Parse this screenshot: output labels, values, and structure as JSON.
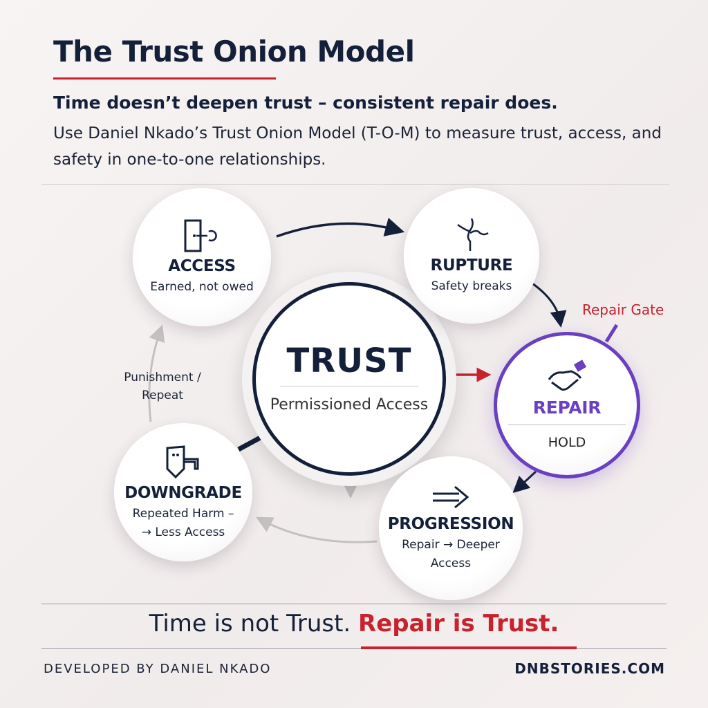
{
  "header": {
    "title": "The Trust Onion Model",
    "subtitle": "Time doesn’t deepen trust – consistent repair does.",
    "description": "Use Daniel Nkado’s Trust Onion Model (T-O-M) to measure trust, access, and safety in one-to-one relationships."
  },
  "diagram": {
    "center": {
      "title": "TRUST",
      "subtitle": "Permissioned Access"
    },
    "nodes": {
      "access": {
        "title": "ACCESS",
        "subtitle": "Earned, not owed",
        "icon": "door-key-icon"
      },
      "rupture": {
        "title": "RUPTURE",
        "subtitle": "Safety breaks",
        "icon": "crack-icon"
      },
      "repair": {
        "title": "REPAIR",
        "subtitle": "HOLD",
        "icon": "handshake-icon"
      },
      "progression": {
        "title": "PROGRESSION",
        "subtitle_line1": "Repair → Deeper",
        "subtitle_line2": "Access",
        "icon": "double-arrow-right-icon"
      },
      "downgrade": {
        "title": "DOWNGRADE",
        "subtitle_line1": "Repeated Harm –",
        "subtitle_line2": "→ Less Access",
        "icon": "shield-faucet-icon"
      }
    },
    "labels": {
      "repair_gate": "Repair Gate",
      "punishment_line1": "Punishment /",
      "punishment_line2": "Repeat"
    },
    "colors": {
      "navy": "#14203a",
      "red": "#c8222c",
      "purple": "#6a3fc0"
    }
  },
  "footer": {
    "tagline_plain": "Time is not Trust.",
    "tagline_emphasis": "Repair is Trust.",
    "credit": "DEVELOPED BY DANIEL NKADO",
    "site": "DNBSTORIES.COM"
  }
}
